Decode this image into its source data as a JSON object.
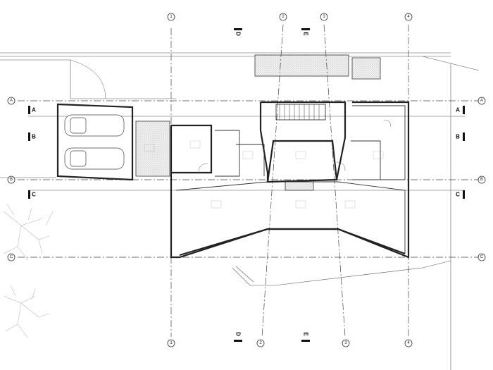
{
  "drawing": {
    "type": "architectural floor plan",
    "vertical_axes": [
      {
        "id": "axis-1",
        "label": "1"
      },
      {
        "id": "axis-2",
        "label": "2"
      },
      {
        "id": "axis-3",
        "label": "3"
      },
      {
        "id": "axis-4",
        "label": "4"
      }
    ],
    "horizontal_axes": [
      {
        "id": "axis-a",
        "label": "A"
      },
      {
        "id": "axis-b",
        "label": "B"
      },
      {
        "id": "axis-c",
        "label": "C"
      }
    ],
    "section_markers": [
      {
        "id": "section-a",
        "label": "A"
      },
      {
        "id": "section-b",
        "label": "B"
      },
      {
        "id": "section-c",
        "label": "C"
      },
      {
        "id": "section-d",
        "label": "D"
      },
      {
        "id": "section-e",
        "label": "E"
      }
    ]
  }
}
